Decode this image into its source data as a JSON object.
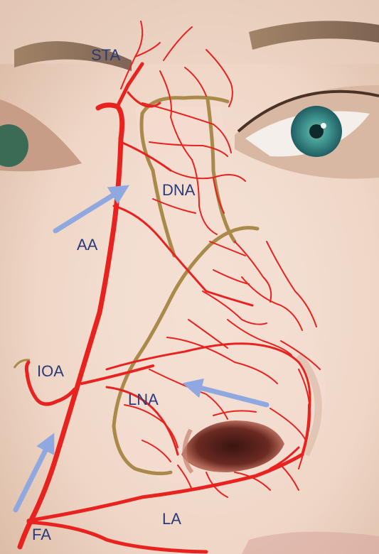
{
  "labels": {
    "sta": "STA",
    "dna": "DNA",
    "aa": "AA",
    "ioa": "IOA",
    "lna": "LNA",
    "fa": "FA",
    "la": "LA"
  },
  "colors": {
    "artery": "#e8231f",
    "nerve": "#a98a4a",
    "arrow": "#8fa8e0",
    "label": "#2a3b78",
    "skin": "#f1dccf",
    "iris": "#3f8f8a"
  }
}
